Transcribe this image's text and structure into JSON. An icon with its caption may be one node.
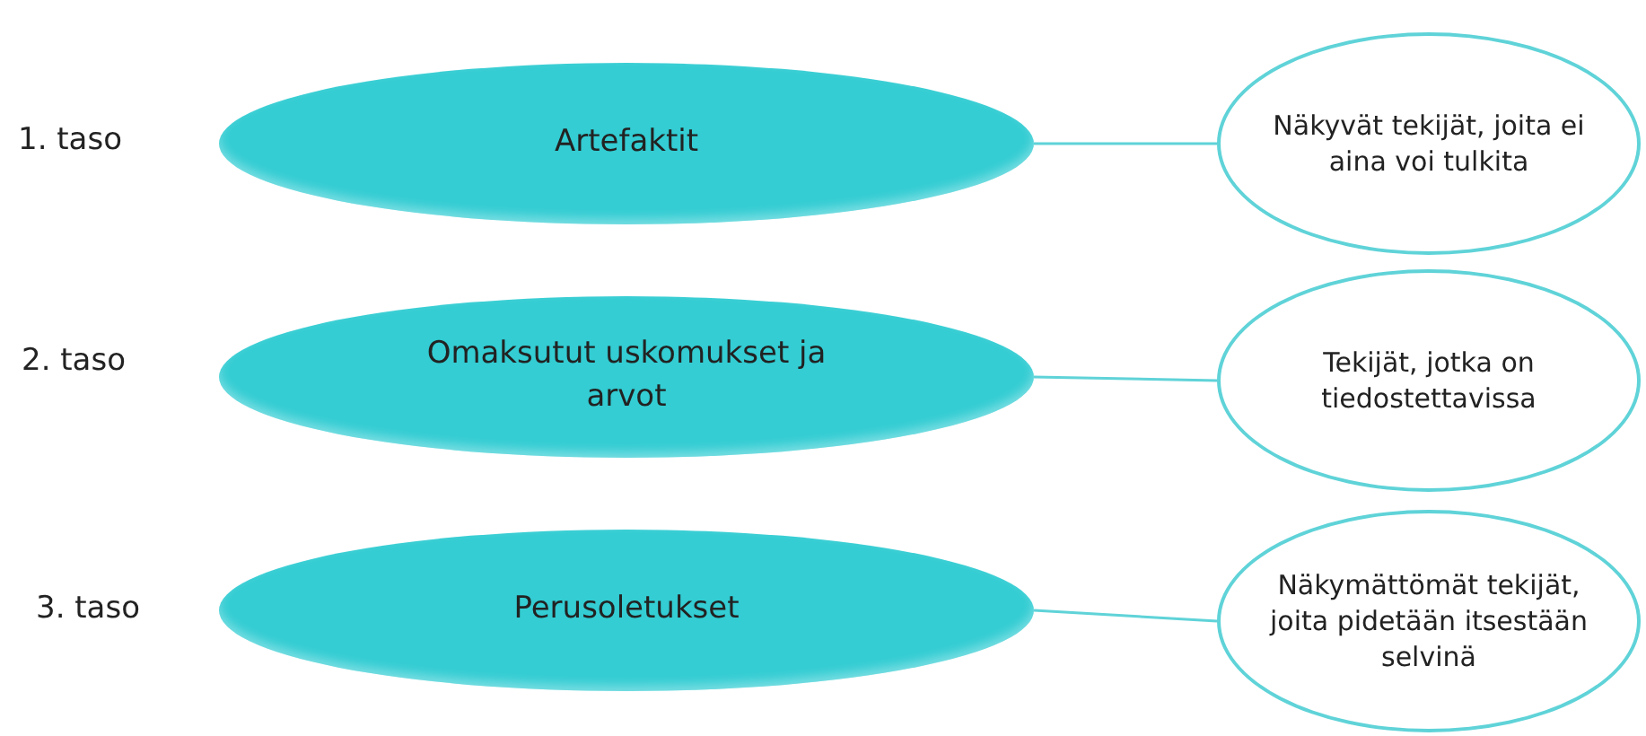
{
  "diagram": {
    "nodes": [
      {
        "text": [
          "Artefaktit"
        ]
      },
      {
        "text": [
          "Omaksutut uskomukset ja arvot"
        ]
      },
      {
        "text": [
          "Perusoletukset"
        ]
      },
      {
        "text": [
          "Näkyvät tekijät, joita ei aina voi tulkita"
        ]
      },
      {
        "text": [
          "Tekijät, jotka on tiedostettavissa"
        ]
      },
      {
        "text": [
          "Näkymättömät tekijät, joita pidetään itsestään selvinä"
        ]
      }
    ],
    "edges": [
      {
        "from": 0,
        "to": 3,
        "arrow": "none"
      },
      {
        "from": 1,
        "to": 4,
        "arrow": "none"
      },
      {
        "from": 2,
        "to": 5,
        "arrow": "none"
      }
    ],
    "labels": [
      "1. taso",
      "2. taso",
      "3. taso"
    ]
  }
}
